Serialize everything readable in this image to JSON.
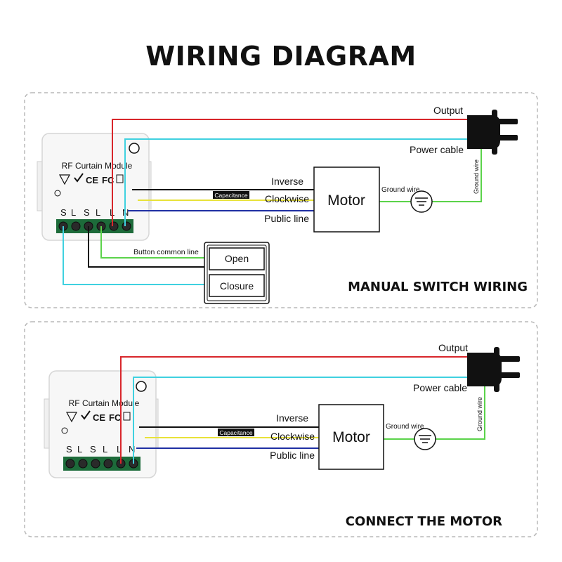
{
  "title": "WIRING DIAGRAM",
  "panels": [
    {
      "caption": "MANUAL SWITCH WIRING",
      "module_label": "RF Curtain Module",
      "terminals": [
        "S",
        "L",
        "S",
        "L",
        "L",
        "N"
      ],
      "wires": {
        "inverse": "Inverse",
        "clockwise": "Clockwise",
        "public_line": "Public line",
        "capacitance": "Capacitance",
        "output": "Output",
        "power_cable": "Power cable",
        "ground_wire_motor": "Ground wire",
        "ground_wire_plug": "Ground wire"
      },
      "motor": "Motor",
      "button_common_line": "Button common line",
      "buttons": [
        "Open",
        "Closure"
      ]
    },
    {
      "caption": "CONNECT THE MOTOR",
      "module_label": "RF Curtain Module",
      "terminals": [
        "S",
        "L",
        "S",
        "L",
        "L",
        "N"
      ],
      "wires": {
        "inverse": "Inverse",
        "clockwise": "Clockwise",
        "public_line": "Public line",
        "capacitance": "Capacitance",
        "output": "Output",
        "power_cable": "Power cable",
        "ground_wire_motor": "Ground wire",
        "ground_wire_plug": "Ground wire"
      },
      "motor": "Motor"
    }
  ],
  "colors": {
    "red": "#d8262b",
    "cyan": "#3fd1e0",
    "black": "#111111",
    "yellow": "#e8e23a",
    "blue": "#1f2fa3",
    "green": "#5bd34a",
    "dash": "#b8b8b8"
  }
}
